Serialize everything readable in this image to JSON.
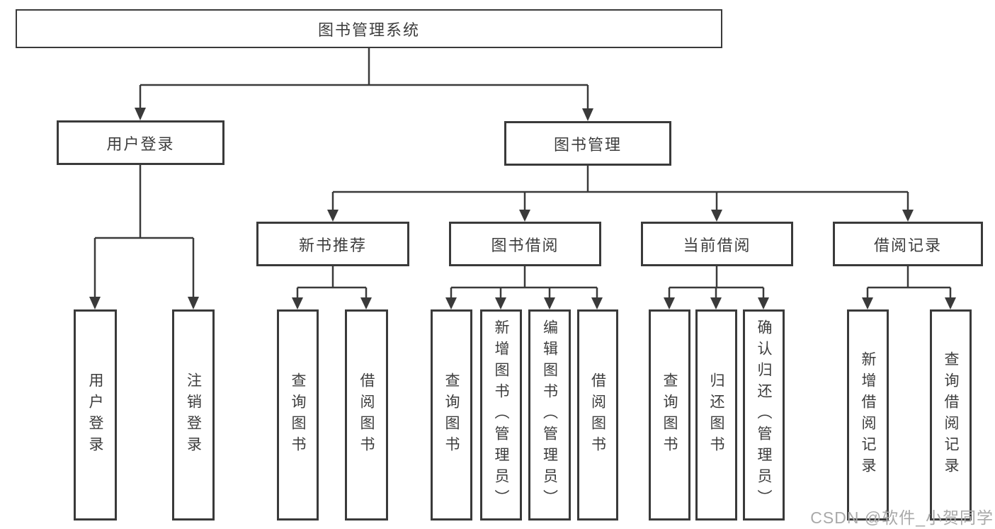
{
  "diagram": {
    "root": {
      "label": "图书管理系统"
    },
    "level2": [
      {
        "label": "用户登录"
      },
      {
        "label": "图书管理"
      }
    ],
    "level3": [
      {
        "label": "新书推荐"
      },
      {
        "label": "图书借阅"
      },
      {
        "label": "当前借阅"
      },
      {
        "label": "借阅记录"
      }
    ],
    "leaves": {
      "user_login": [
        {
          "label": "用户登录"
        },
        {
          "label": "注销登录"
        }
      ],
      "new_book": [
        {
          "label": "查询图书"
        },
        {
          "label": "借阅图书"
        }
      ],
      "book_borrow": [
        {
          "label": "查询图书"
        },
        {
          "label": "新增图书（管理员）"
        },
        {
          "label": "编辑图书（管理员）"
        },
        {
          "label": "借阅图书"
        }
      ],
      "current_borrow": [
        {
          "label": "查询图书"
        },
        {
          "label": "归还图书"
        },
        {
          "label": "确认归还（管理员）"
        }
      ],
      "borrow_records": [
        {
          "label": "新增借阅记录"
        },
        {
          "label": "查询借阅记录"
        }
      ]
    }
  },
  "watermark": {
    "text": "CSDN @软件_小贺同学"
  },
  "colors": {
    "line": "#3a3a3a",
    "text": "#3d3d3d",
    "watermark": "#a9a9a9",
    "background": "#ffffff"
  }
}
